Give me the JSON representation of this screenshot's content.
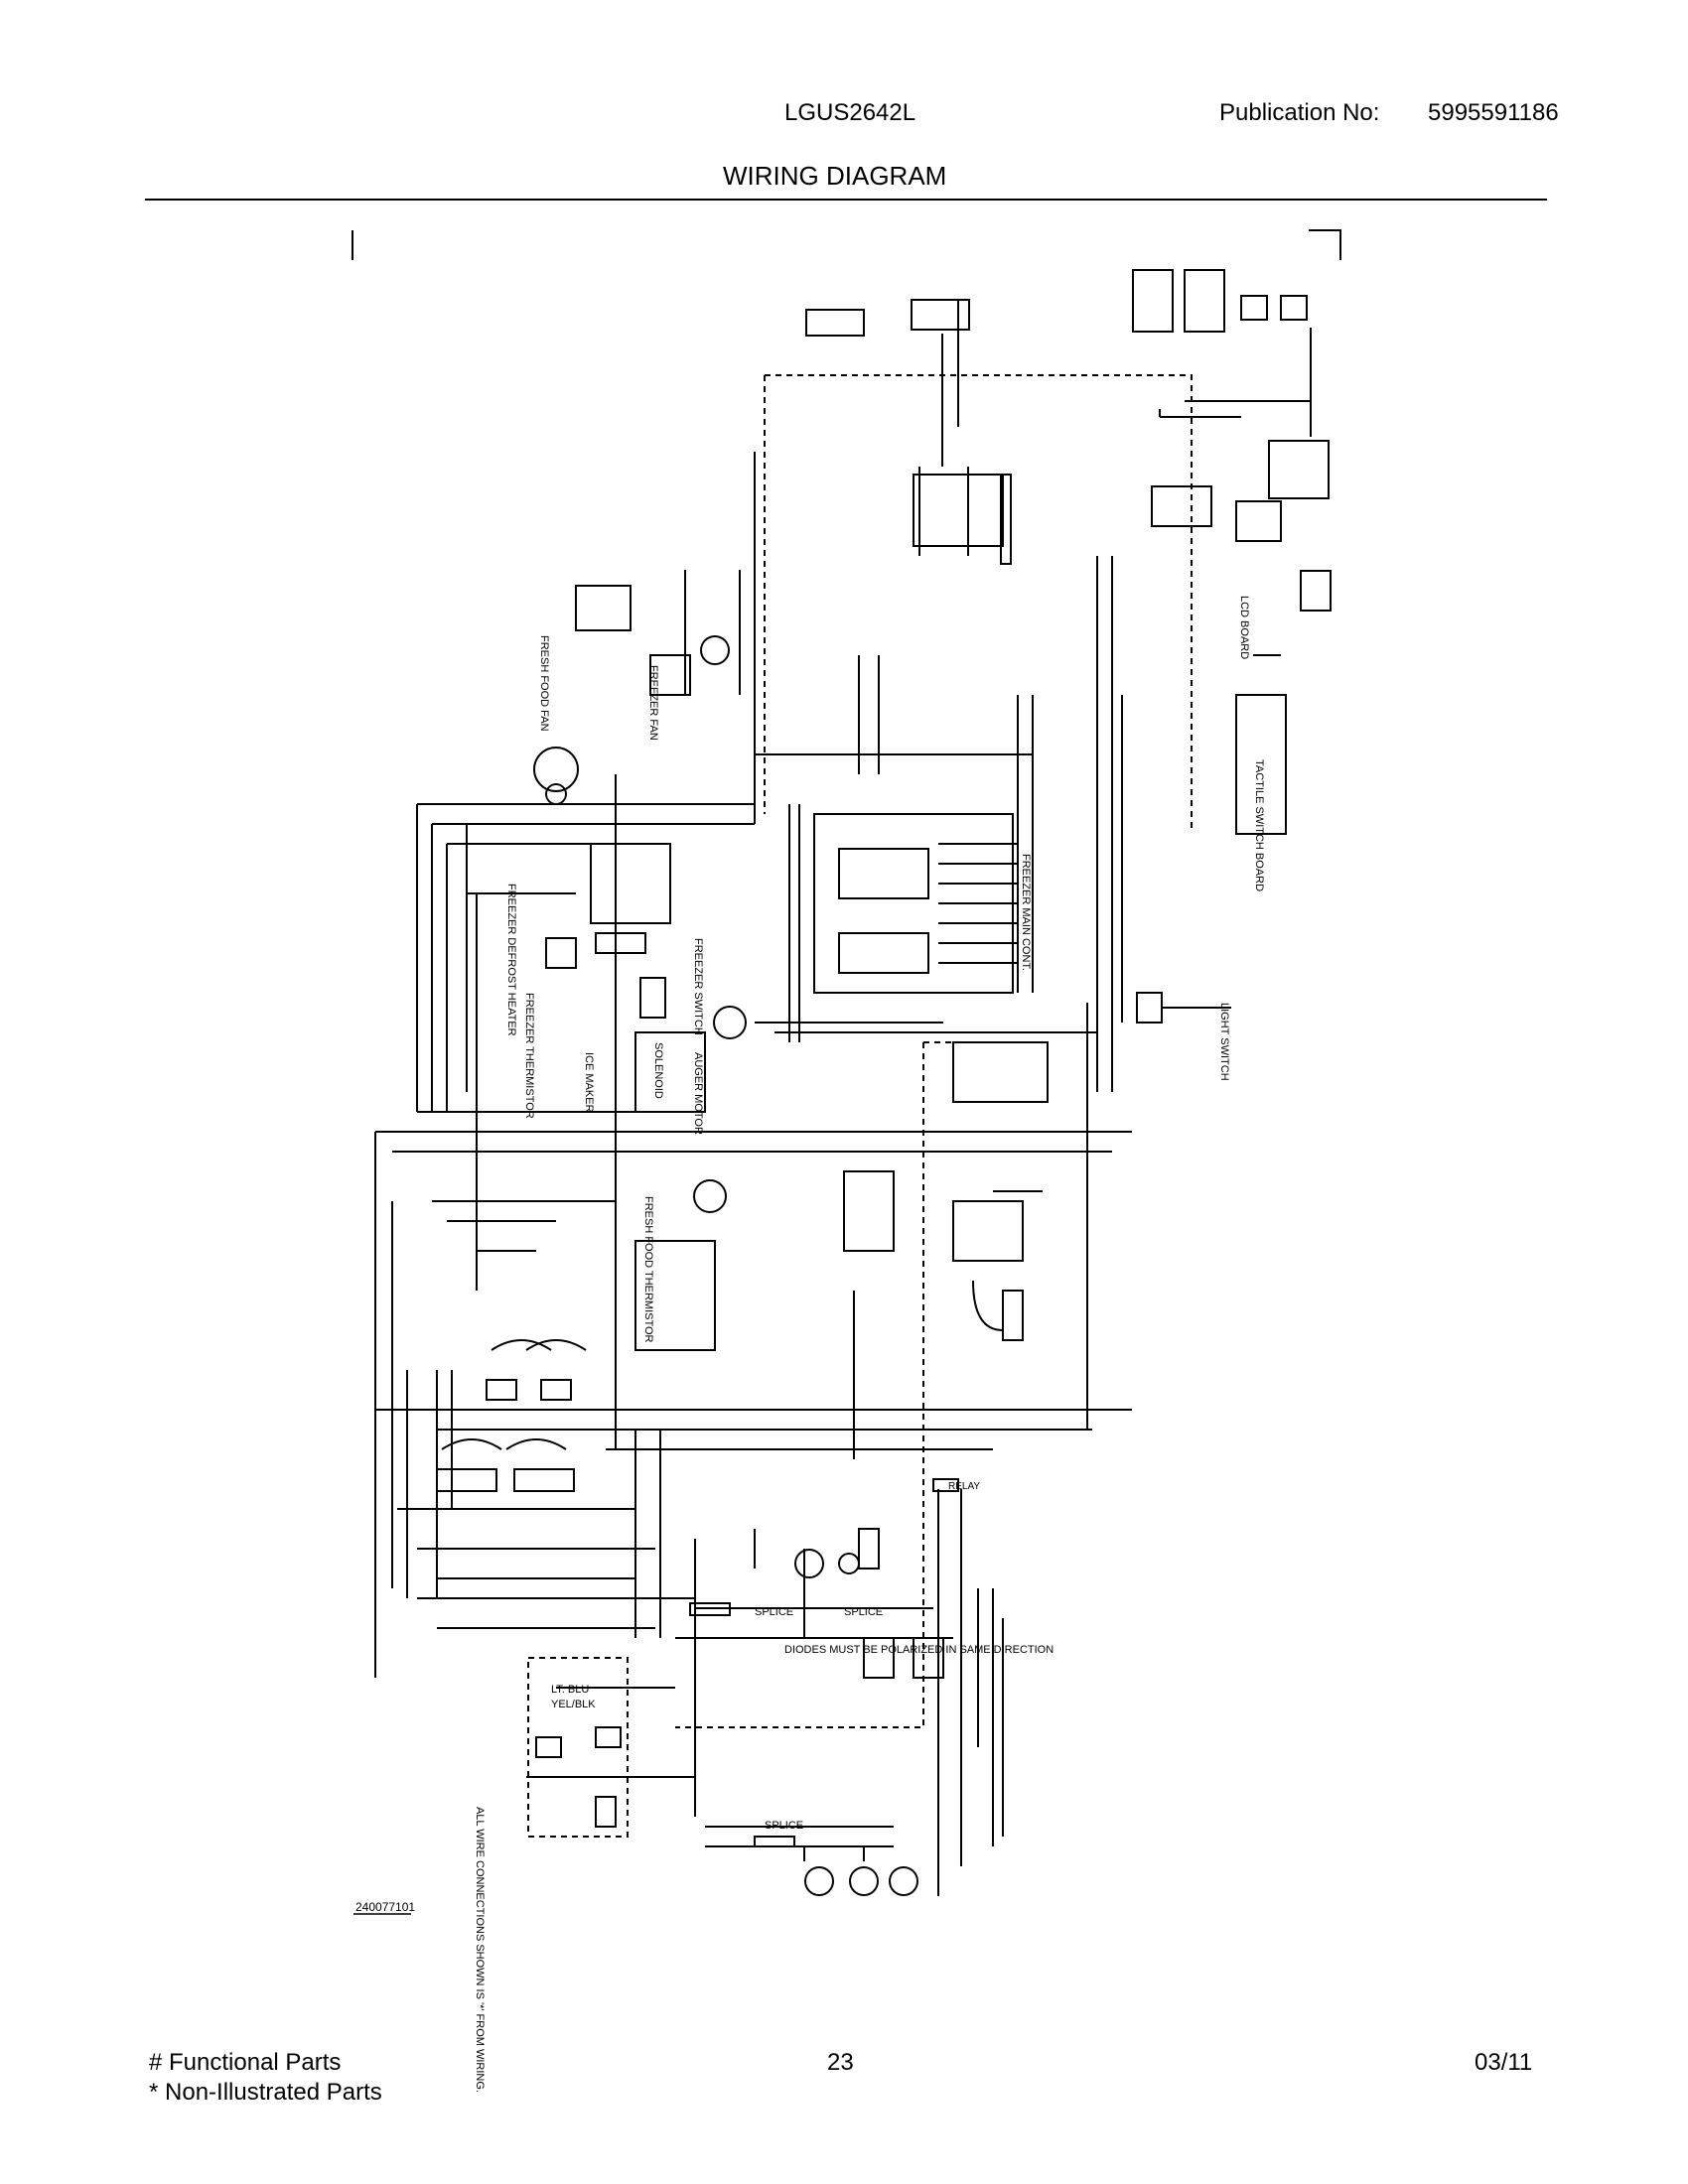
{
  "header": {
    "model": "LGUS2642L",
    "publication_label": "Publication No:",
    "publication_number": "5995591186",
    "title": "WIRING DIAGRAM"
  },
  "diagram": {
    "drawing_number": "240077101",
    "labels": {
      "lcd_board": "LCD BOARD",
      "tactile_switch_board": "TACTILE SWITCH BOARD",
      "freezer_main_control": "FREEZER MAIN CONT.",
      "freezer_door_switch": "FREEZER SWITCH",
      "auger_motor": "AUGER MOTOR",
      "ice_maker": "ICE MAKER",
      "solenoid": "SOLENOID",
      "fresh_food_thermistor": "FRESH FOOD THERMISTOR",
      "freezer_thermistor": "FREEZER THERMISTOR",
      "freezer_defrost_heater": "FREEZER DEFROST HEATER",
      "freezer_fan": "FREEZER FAN",
      "fresh_food_fan": "FRESH FOOD FAN",
      "light_switch": "LIGHT SWITCH",
      "splice": "SPLICE",
      "splice_note": "DIODES MUST BE POLARIZED IN SAME DIRECTION",
      "relay": "RELAY",
      "ac_note": "ALL WIRE CONNECTIONS SHOWN IS '*' FROM WIRING.",
      "lt_blu": "LT. BLU",
      "yel_blk": "YEL/BLK"
    }
  },
  "footer": {
    "legend_functional": "# Functional Parts",
    "legend_non_illustrated": "* Non-Illustrated Parts",
    "page_number": "23",
    "date": "03/11"
  }
}
